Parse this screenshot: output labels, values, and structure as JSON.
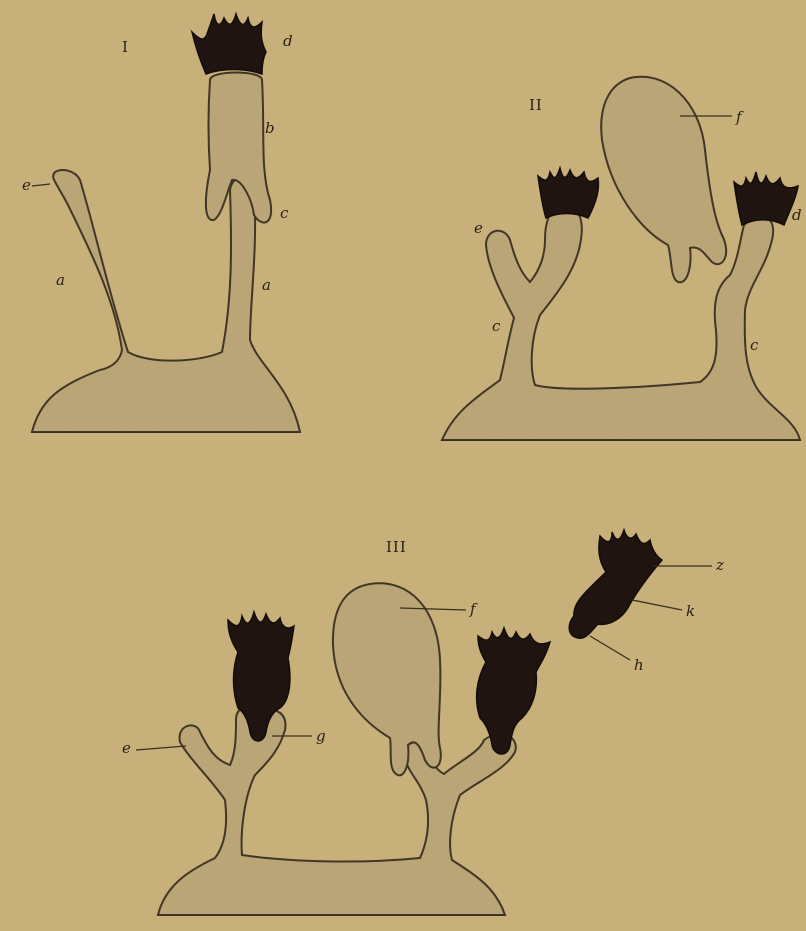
{
  "figure_numbers": {
    "panel_1": "I",
    "panel_2": "II",
    "panel_3": "III"
  },
  "labels": {
    "panel_1": {
      "a_left": "a",
      "a_right": "a",
      "b": "b",
      "c": "c",
      "d": "d",
      "e": "e"
    },
    "panel_2": {
      "c_left": "c",
      "c_right": "c",
      "d": "d",
      "e": "e",
      "f": "f"
    },
    "panel_3": {
      "e": "e",
      "f": "f",
      "g": "g",
      "z": "z",
      "k": "k",
      "h": "h"
    }
  },
  "colors": {
    "paper": "#c8b07a",
    "tissue_fill": "#bfaa79",
    "outline": "#3a2f20",
    "dark_structure": "#1f1410"
  }
}
